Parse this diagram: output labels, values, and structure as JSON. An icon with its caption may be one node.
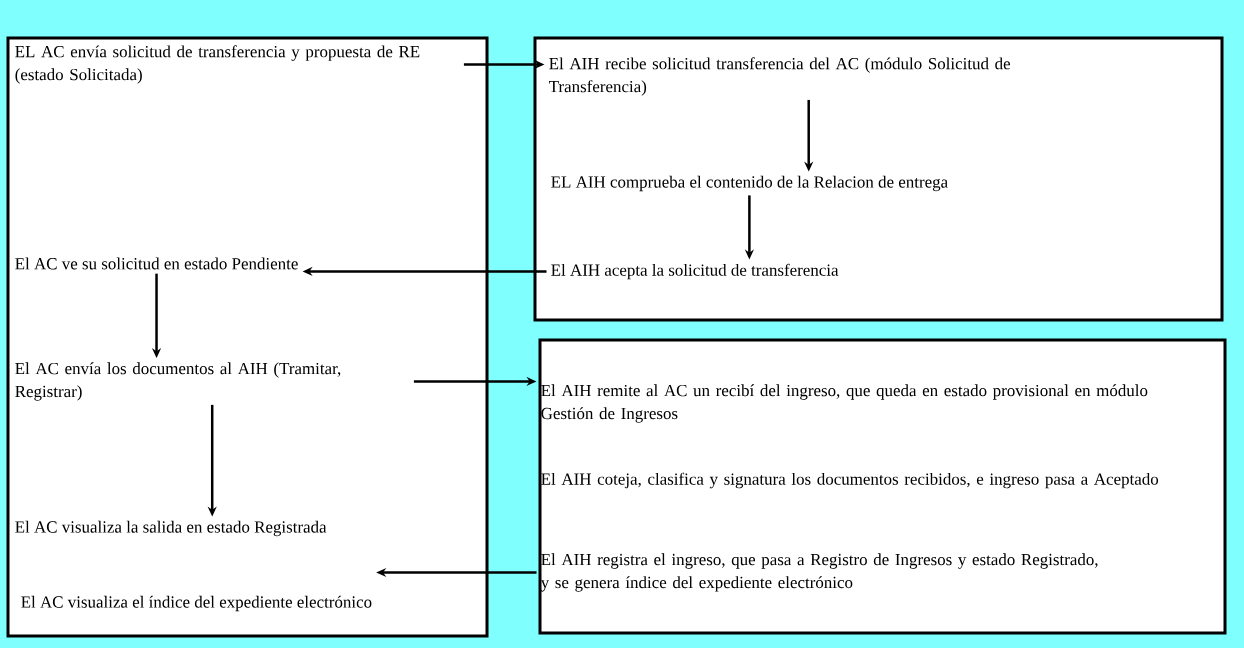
{
  "diagram": {
    "nodes": [
      {
        "text": [],
        "shape": "box"
      },
      {
        "text": [
          "EL AC envía solicitud de transferencia y propuesta de RE (estado Solicitada)"
        ],
        "in": 0
      },
      {
        "text": [
          "El AC ve su solicitud en estado Pendiente"
        ],
        "in": 0
      },
      {
        "text": [
          "El AC envía los documentos al AIH (Tramitar, Registrar)"
        ],
        "in": 0
      },
      {
        "text": [
          "El AC visualiza la salida en estado Registrada"
        ],
        "in": 0
      },
      {
        "text": [
          "El AC visualiza el índice del expediente electrónico"
        ],
        "in": 0
      },
      {
        "text": [],
        "shape": "box"
      },
      {
        "text": [
          "El AIH recibe solicitud transferencia del AC (módulo Solicitud de Transferencia)"
        ],
        "in": 6
      },
      {
        "text": [
          "EL AIH comprueba el contenido de la Relacion de entrega"
        ],
        "in": 6
      },
      {
        "text": [
          "El AIH acepta la solicitud de transferencia"
        ],
        "in": 6
      },
      {
        "text": [],
        "shape": "box"
      },
      {
        "text": [
          "El AIH remite al AC un recibí del ingreso, que queda en estado provisional en módulo Gestión de Ingresos"
        ],
        "in": 10
      },
      {
        "text": [
          "El AIH coteja, clasifica y signatura los documentos recibidos, e ingreso pasa a Aceptado"
        ],
        "in": 10
      },
      {
        "text": [
          "El AIH registra el ingreso, que pasa a Registro de Ingresos y estado Registrado, y se genera índice del expediente electrónico"
        ],
        "in": 10
      }
    ],
    "edges": [
      {
        "from": 1,
        "to": 7,
        "arrow": "to"
      },
      {
        "from": 7,
        "to": 8,
        "arrow": "to"
      },
      {
        "from": 8,
        "to": 9,
        "arrow": "to"
      },
      {
        "from": 9,
        "to": 2,
        "arrow": "to"
      },
      {
        "from": 2,
        "to": 3,
        "arrow": "to"
      },
      {
        "from": 3,
        "to": 11,
        "arrow": "to"
      },
      {
        "from": 3,
        "to": 4,
        "arrow": "to"
      },
      {
        "from": 13,
        "to": 5,
        "arrow": "to"
      }
    ]
  }
}
